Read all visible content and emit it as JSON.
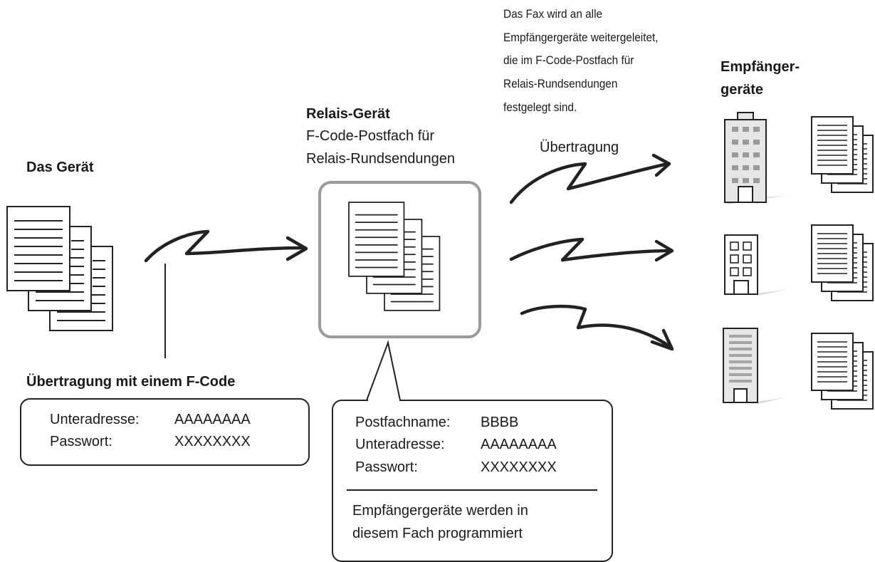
{
  "sender": {
    "title": "Das Gerät"
  },
  "relay": {
    "title": "Relais-Gerät",
    "subtitle_line1": "F-Code-Postfach für",
    "subtitle_line2": "Relais-Rundsendungen"
  },
  "recipients": {
    "title_line1": "Empfänger-",
    "title_line2": "geräte"
  },
  "forward_note": [
    "Das Fax wird an alle",
    "Empfängergeräte weitergeleitet,",
    "die im F-Code-Postfach für",
    "Relais-Rundsendungen",
    "festgelegt sind."
  ],
  "transfer_label": "Übertragung",
  "fcode_transfer": {
    "title": "Übertragung mit einem F-Code",
    "subaddress_label": "Unteradresse:",
    "subaddress_value": "AAAAAAAA",
    "password_label": "Passwort:",
    "password_value": "XXXXXXXX"
  },
  "mailbox": {
    "name_label": "Postfachname:",
    "name_value": "BBBB",
    "subaddress_label": "Unteradresse:",
    "subaddress_value": "AAAAAAAA",
    "password_label": "Passwort:",
    "password_value": "XXXXXXXX",
    "note_line1": "Empfängergeräte werden in",
    "note_line2": "diesem Fach programmiert"
  },
  "icons": [
    "document-stack-icon",
    "mailbox-box-icon",
    "building-icon",
    "arrow-icon"
  ]
}
